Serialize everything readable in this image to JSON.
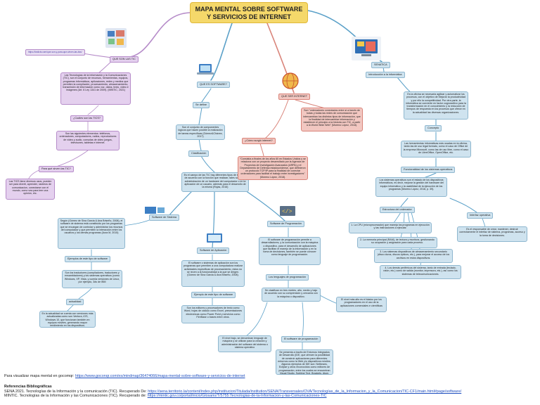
{
  "title": "MAPA MENTAL SOBRE SOFTWARE Y SERVICIOS DE INTERNET",
  "colors": {
    "title_bg": "#f5d86a",
    "tic_branch": "#b68cc9",
    "software_branch": "#5aa0c8",
    "internet_branch": "#d9847a",
    "node_blue": "#cfe3ef",
    "node_purple": "#e4d0ee",
    "node_red": "#f2c7c1"
  },
  "tic": {
    "url": "https://losticts.com/que-son-y-para-que-sirven-las-tics/",
    "heading": "QUE SON LAS TIC",
    "definition": "Las Tecnologías de la Información y la Comunicaciones (TIC), son el conjunto de recursos, herramientas, equipos, programas informáticos, aplicaciones, redes y medios que permiten la compilación, procesamiento, almacenamiento, transmisión de información como voz, datos, texto, video e imágenes (Art. 6 Ley 1341 de 2009). (MINTIC, 2021)",
    "q_tools": "¿Cuáles son las TICS?",
    "tools": "Son las siguientes elementos: teléfonos, ordenadores, computadores, radios, reproductores de video y audio, consolas de video juegos, televisores, tabletas e internet.",
    "q_use": "Para qué sirven las TIC?",
    "use": "Las TICS tiene diversos usos, pueden ser para diverti, aprender, rastreos de comunicacion, conectarse con el mundo, como vea para leer una opinión, etc."
  },
  "software": {
    "heading": "QUE ES SOFTWARE?",
    "intro": "Se define",
    "definition": "Son el conjunto de componentes lógicos que hacen posible la realización de tareas específicas (Gómez&Chávez, 2017)",
    "classification": "Clasificación",
    "classification_text": "Es el campo de las TIC hay diferentes tipos de software de acuerdo con la función que realizan; tales son de la administración de un hardware del computador o en la aplicación de un usuario, además para el desarrollo de la misma (Rojas, 2016)",
    "system_label": "Software de Sistema",
    "system_text": "Según (Gómez de Sina Garcia & Ana Briseño, 2008), el software de sistema está constituido por los programas que se encargan de controlar y administrar los recursos del computador y que permiten la interacción entre los usuarios y los demás programas (Aura M, 2015)",
    "system_examples_label": "Ejemplos de este tipo de software",
    "system_examples": "Son los traductores (compiladores, traductores y ensambladores) y los sistemas operativos (como Windows, XP, Vista, y cuenta versiones de Linux, por ejemplo, 3ds de IBM",
    "current_label": "actualidad",
    "current_text": "En la actualidad se cuenta con versiones más actualizadas como son Ventura, iOS, Windows 10, que funcionan también en equipos móviles, generando mayor rendimiento en los dispositivos.",
    "app_label": "Software de Aplicación",
    "app_text": "El software o sistemas de aplicación son los programas que permiten a una computadora realizar actividades específicas de procesamiento, estos no se recen a la funcionalidad a la que se dirigen. (Gómez de Sina Garcia & Ana Briseño, 2008).",
    "app_examples_label": "Ejemplo de este tipo de software",
    "app_examples": "Son los editores y procesadores de texto como Word, hojas de cálculo como Excel, presentaciones electrónicas como Power Point y servicios como FireBase o bases entre otros.",
    "prog_label": "Software de Programación",
    "prog_text": "El software de programación permite a desarrolladores, y la comunicación con la máquina o dispositivo, para el desarrollo de aplicaciones que facilitan el manejo de la información y en la toma de decisiones, también se puede conocer como lenguaje de programación.",
    "languages_label": "Los lenguajes de programación",
    "languages_text": "Se clasifican en tres niveles, alto, medio y bajo de acuerdo con su comprensión y cercanía con la máquina o dispositivo.",
    "low_level": "El nivel más alto es el básico por los programadores en el uso de la aplicaciones comerciales e científicas",
    "low_level_desc": "El nivel bajo, se denominan lenguaje de máquina y se utilizan para la creación y administración del software del sistema o sistema operativo",
    "ide_label": "El software de programación",
    "ide_text": "Se presenta a través de Entornos Integrados de Desarrollo (IDE, que ofrecen la posibilidad de construir aplicaciones para diferentes entornos como la Web y/o dispositivos móviles. Algunos ejemplos de IDE son: Netbeans, Eclipse y otros reconocidos como editores de programación, entre los cuales se encuentran Visual Studio, Sublime Text, Brackets, Atom, Etc."
  },
  "internet": {
    "heading": "QUE SER INTERNET",
    "definition": "Son \"ordenadores conectados entre si a través de todas y todas las redes de comunicación que intercambian los distintos tipos de información, que la finalidad de intercambiar información y establecer el principio a la historia con TIC, a partir a la World Wide Web\" (Moreno López, 2018).",
    "q_origin": "¿Cómo surgió internet?",
    "origin": "\"Consistía a finales de los años 60 en Estados Unidos y se relaciona con un proyecto desarrollado por la Agencia de Proyectos de Investigación Avanzados (ARPA) y el Departamento de Defensa estadounidense, que definieron un protocolo TCP/IP para la finalidad de conectar ordenadores para facilitar el trabajo entre investigadores\" (Moreno López, 2018)."
  },
  "os": {
    "heading": "SENATICA",
    "intro_label": "Introducción a la informática",
    "definition": "Es la oficina se necesaria agilizar y automatizar los procesos, con el objetivo de Mejorar la productividad y por ello la competitividad. Por otra parte, la informática se convierte en factor cognoscitivo para la transformación en el conocimiento y la reducción de tiempos de respuesta en los procesos que ofrece en la actualidad las diversas organizaciones.",
    "concept_label": "Concepto",
    "concept_text": "Las herramientas informáticas más usadas en la oficina, tanto las de uso legal formato, como el caso de Office de la empresa Microsoft, como las de uso libre, como el caso de LibreOffice, OpenOffice, etc.",
    "functionality_label": "Funcionalidad de los sistemas operativos",
    "functionality_text": "Los sistemas operativos son el estado de los dispositivos informáticos, es decir, mejorar la gestión del hardware del equipo informático y la usabilidad de la ejecución de los programas (Moreno López, 2018, p. 39).",
    "structure_label": "Estructura del ordenador",
    "struct_1": "1. La CPU (microprocesador) que maneja los programas en ejecución y las instrucciones a ejecutar.",
    "struct_2": "2. La memoria principal (RAM), de lectura y escritura, gestionando su ocupación y asignación para cada proceso.",
    "struct_3": "3. Los sistemas dispositivos de almacenamiento secundario (disco duros, discos ópticos, etc.), para mejorar el acceso de los archivos en estos dispositivos.",
    "struct_4": "4. Los demás periféricos del sistema, tanto de entrada (teclado, ratón, etc.) como de salida (monitor, impresora, etc.), así como los sistemas de telecomunicaciones.",
    "user_label": "Interfaz operativa",
    "user_text": "Es el responsable de crear, mantener, destruir correctamente el interfaz de sistema, programas, acceso y la toma de decisiones."
  },
  "footer": {
    "view_text": "Para visualizar mapa mental en gocomqr:",
    "view_url": "https://www.goconqr.com/es/mindmap/36474066/mapa-mental-sobre-software-y-servicios-de-internet",
    "refs_heading": "Referencias Bibliográficas",
    "ref1_text": "SENA 2021. Tecnologías de la Información y la comunicación (TIC). Recuperado De:",
    "ref1_url": "https://sena.territorio.la/content/index.php/institucion/Titulada/institution/SENA/Transversales/OVA/Tecnologías_de_la_Informacion_y_la_Comunicacion/TIC-CF1/main.html#page/software/",
    "ref2_text": "MINTIC. Tecnologías de la Información y las Comunicaciones (TIC). Recuperado de:",
    "ref2_url": "https://mintic.gov.co/portal/inicio/Glosario/T/5755:Tecnologias-de-la-Informacion-y-las-Comunicaciones-TIC"
  }
}
